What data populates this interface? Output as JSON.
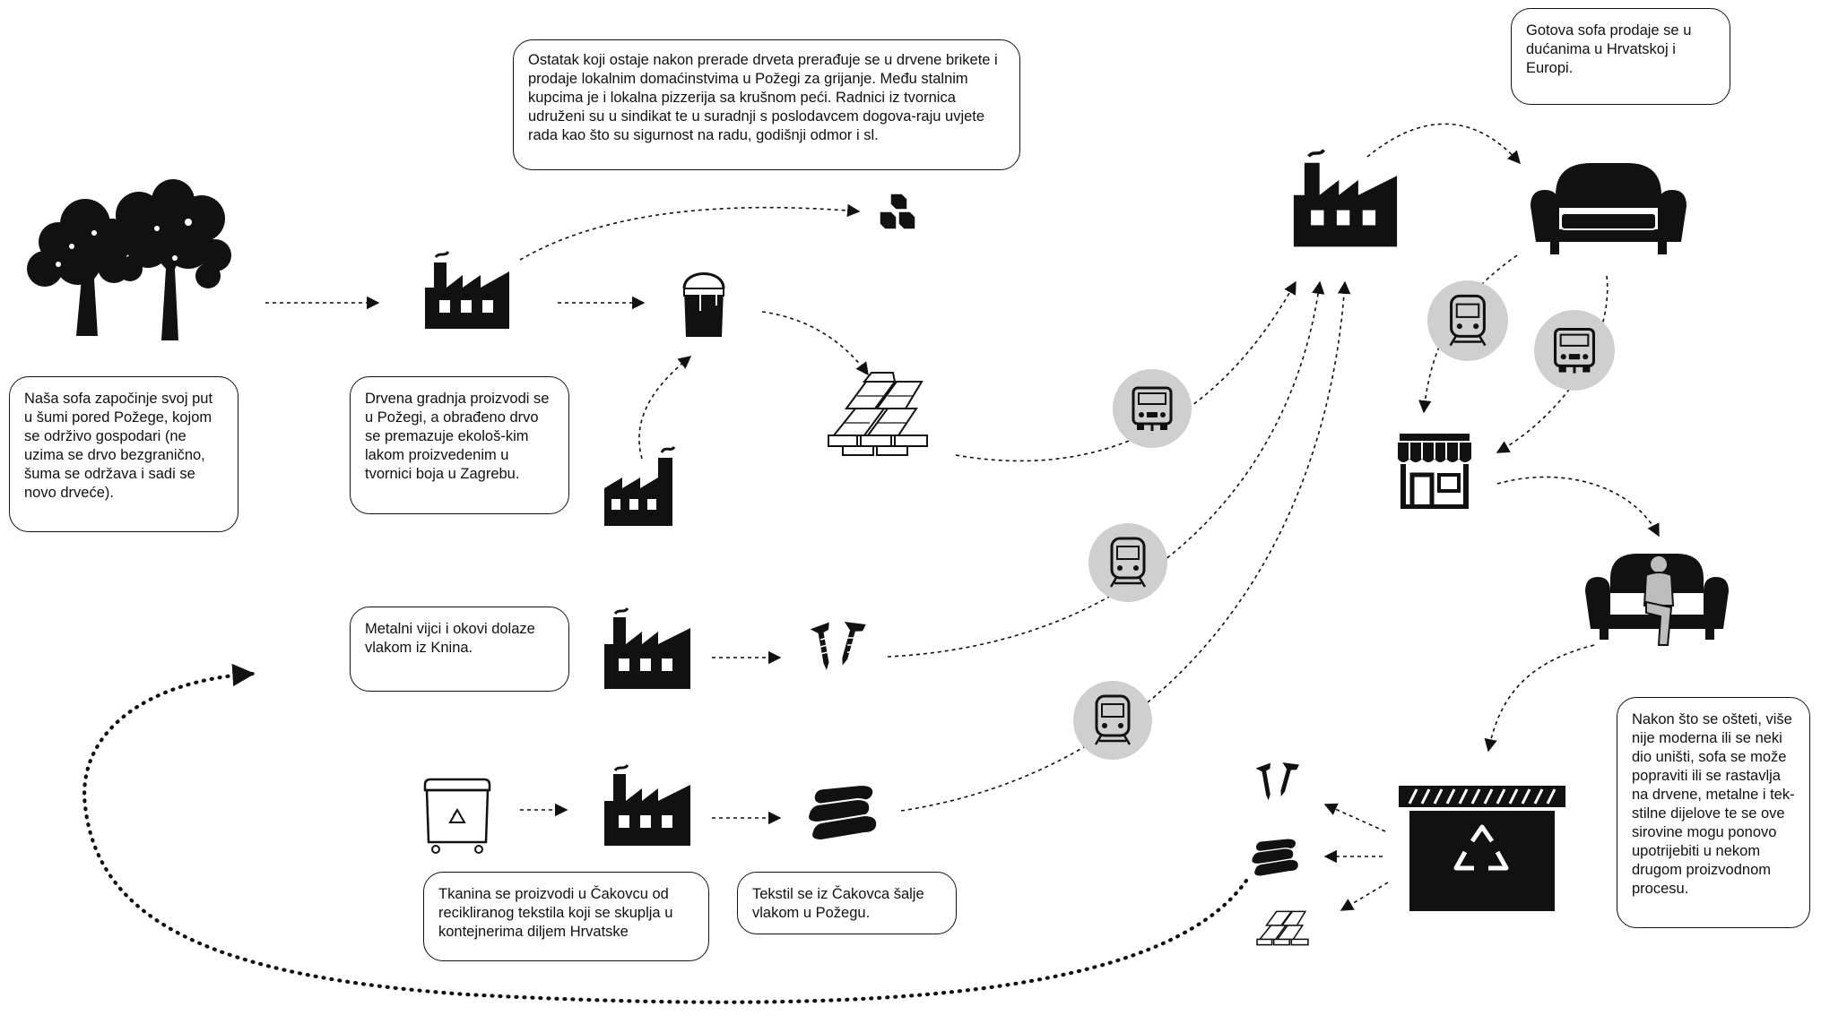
{
  "texts": {
    "forest": "Naša sofa započinje svoj put u šumi pored Požege, kojom se održivo gospodari (ne uzima se drvo bezgranično, šuma se održava i sadi se novo drveće).",
    "wood_production": "Drvena gradnja proizvodi se u Požegi, a obrađeno drvo se premazuje ekološ-kim lakom proizvedenim u tvornici boja u Zagrebu.",
    "leftovers": "Ostatak koji ostaje nakon prerade drveta prerađuje se u drvene brikete i prodaje lokalnim domaćinstvima u Požegi za grijanje. Među stalnim kupcima je i lokalna pizzerija sa krušnom peći. Radnici iz tvornica udruženi su u sindikat te u suradnji s poslodavcem dogova-raju uvjete rada kao što su sigurnost na radu, godišnji odmor i sl.",
    "metal": "Metalni vijci i okovi dolaze vlakom iz Knina.",
    "fabric": "Tkanina se proizvodi u Čakovcu od recikliranog tekstila koji se skuplja u kontejnerima diljem Hrvatske",
    "textile_transport": "Tekstil se iz Čakovca šalje vlakom u Požegu.",
    "sales": "Gotova sofa prodaje se u dućanima u Hrvatskoj i Europi.",
    "end_of_life": "Nakon što se ošteti, više nije moderna ili se neki dio uništi, sofa se može popraviti ili se rastavlja na drvene, metalne i tek-stilne dijelove te se ove sirovine mogu ponovo upotrijebiti u nekom drugom proizvodnom procesu."
  },
  "icons": [
    "trees-icon",
    "factory-icon",
    "briquettes-icon",
    "paint-bucket-icon",
    "lumber-stack-icon",
    "truck-icon",
    "train-icon",
    "screws-icon",
    "textile-rolls-icon",
    "recycling-bin-icon",
    "sofa-icon",
    "shop-icon",
    "person-on-sofa-icon",
    "recycling-facility-icon"
  ],
  "colors": {
    "ink": "#111111",
    "transport_circle": "#cfcfcf"
  }
}
